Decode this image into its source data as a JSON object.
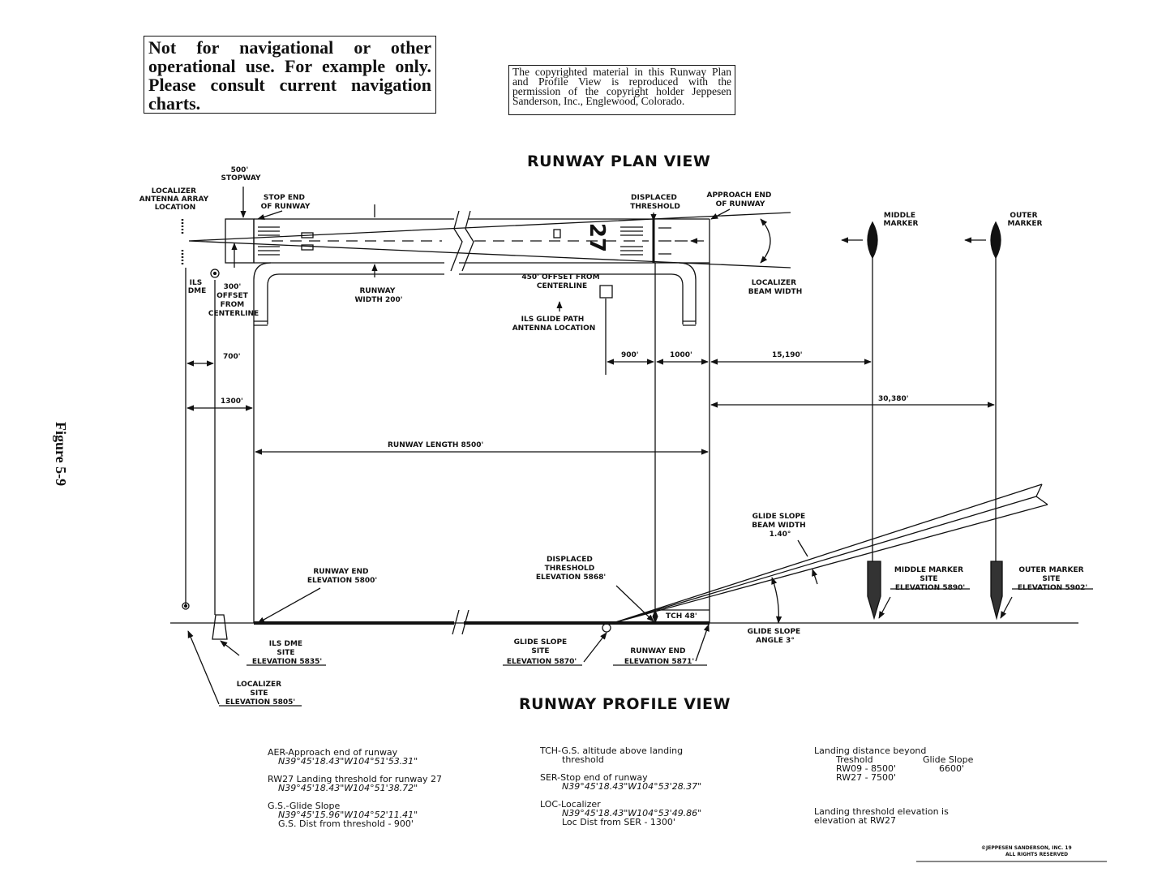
{
  "disclaimer": "Not for navigational or other operational use. For example only. Please consult current navigation charts.",
  "copyright_notice": "The copyrighted material in this Runway Plan and Profile View is reproduced with the permission of the copyright holder Jeppesen Sanderson, Inc., Englewood, Colorado.",
  "figure_label": "Figure 5-9",
  "plan_view": {
    "title": "RUNWAY PLAN VIEW",
    "stopway": [
      "500'",
      "STOPWAY"
    ],
    "localizer_array": [
      "LOCALIZER",
      "ANTENNA ARRAY",
      "LOCATION"
    ],
    "stop_end": [
      "STOP END",
      "OF RUNWAY"
    ],
    "displaced_threshold": [
      "DISPLACED",
      "THRESHOLD"
    ],
    "approach_end": [
      "APPROACH END",
      "OF RUNWAY"
    ],
    "middle_marker": [
      "MIDDLE",
      "MARKER"
    ],
    "outer_marker": [
      "OUTER",
      "MARKER"
    ],
    "ils_dme": [
      "ILS",
      "DME"
    ],
    "offset_300": [
      "300'",
      "OFFSET",
      "FROM",
      "CENTERLINE"
    ],
    "runway_width": [
      "RUNWAY",
      "WIDTH 200'"
    ],
    "offset_450": [
      "450' OFFSET FROM",
      "CENTERLINE"
    ],
    "glide_path_antenna": [
      "ILS GLIDE PATH",
      "ANTENNA LOCATION"
    ],
    "localizer_beam": [
      "LOCALIZER",
      "BEAM WIDTH"
    ],
    "runway_number": "27",
    "dim_700": "700'",
    "dim_1300": "1300'",
    "dim_900": "900'",
    "dim_1000": "1000'",
    "dim_15190": "15,190'",
    "dim_30380": "30,380'",
    "runway_length": "RUNWAY LENGTH 8500'"
  },
  "profile_view": {
    "title": "RUNWAY PROFILE VIEW",
    "glide_slope_beam": [
      "GLIDE SLOPE",
      "BEAM WIDTH",
      "1.40°"
    ],
    "runway_end_elev": [
      "RUNWAY END",
      "ELEVATION 5800'"
    ],
    "displaced_threshold_elev": [
      "DISPLACED",
      "THRESHOLD",
      "ELEVATION 5868'"
    ],
    "middle_marker_site": [
      "MIDDLE MARKER",
      "SITE",
      "ELEVATION 5890'"
    ],
    "outer_marker_site": [
      "OUTER MARKER",
      "SITE",
      "ELEVATION 5902'"
    ],
    "tch": "TCH 48'",
    "glide_slope_angle": [
      "GLIDE SLOPE",
      "ANGLE 3°"
    ],
    "ils_dme_site": [
      "ILS DME",
      "SITE",
      "ELEVATION 5835'"
    ],
    "glide_slope_site": [
      "GLIDE SLOPE",
      "SITE",
      "ELEVATION 5870'"
    ],
    "runway_end_5871": [
      "RUNWAY END",
      "ELEVATION 5871'"
    ],
    "localizer_site": [
      "LOCALIZER",
      "SITE",
      "ELEVATION 5805'"
    ]
  },
  "legend": {
    "col1": [
      [
        "AER-Approach end of runway",
        "N39°45'18.43\"W104°51'53.31\""
      ],
      [
        "RW27 Landing threshold for runway 27",
        "N39°45'18.43\"W104°51'38.72\""
      ],
      [
        "G.S.-Glide Slope",
        "N39°45'15.96\"W104°52'11.41\"",
        "G.S. Dist from threshold - 900'"
      ]
    ],
    "col2": [
      [
        "TCH-G.S. altitude above landing",
        "threshold"
      ],
      [
        "SER-Stop end of runway",
        "N39°45'18.43\"W104°53'28.37\""
      ],
      [
        "LOC-Localizer",
        "N39°45'18.43\"W104°53'49.86\"",
        "Loc Dist from SER - 1300'"
      ]
    ],
    "col3_landing": [
      "Landing distance beyond",
      "Treshold",
      "Glide Slope",
      "RW09 - 8500'",
      "6600'",
      "RW27 - 7500'"
    ],
    "col3_threshold": [
      "Landing threshold elevation is",
      "elevation at RW27"
    ]
  },
  "credit": [
    "©JEPPESEN SANDERSON, INC. 19",
    "ALL RIGHTS RESERVED"
  ]
}
